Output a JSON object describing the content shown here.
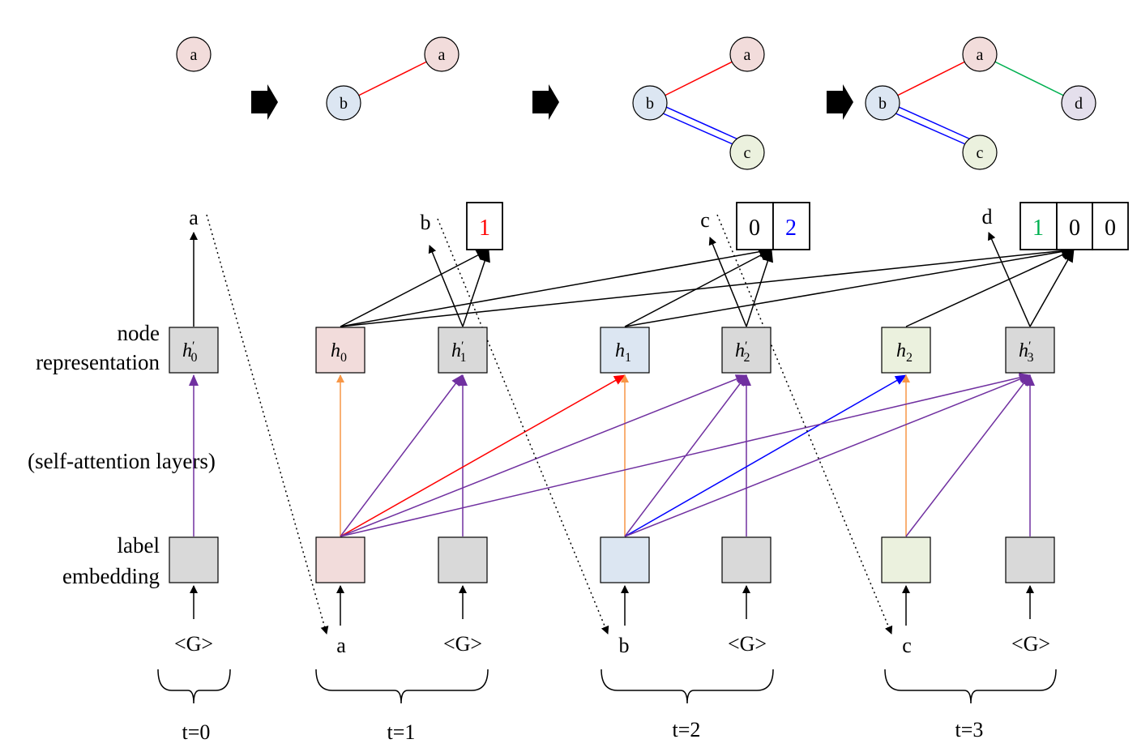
{
  "colors": {
    "node_a": "#f2dcdb",
    "node_b": "#dce6f2",
    "node_c": "#ebf1de",
    "node_d": "#e4dfec",
    "gray": "#d9d9d9",
    "edge_red": "#ff0000",
    "edge_blue": "#0000ff",
    "edge_green": "#00b050",
    "arrow_orange": "#f79646",
    "arrow_purple": "#7030a0"
  },
  "graphs": [
    {
      "nodes": [
        "a"
      ]
    },
    {
      "nodes": [
        "a",
        "b"
      ]
    },
    {
      "nodes": [
        "a",
        "b",
        "c"
      ]
    },
    {
      "nodes": [
        "a",
        "b",
        "d",
        "c"
      ]
    }
  ],
  "row_labels": {
    "node_line1": "node",
    "node_line2": "representation",
    "attention": "(self-attention layers)",
    "label_line1": "label",
    "label_line2": "embedding"
  },
  "reps": {
    "h": "h",
    "prime": "′",
    "s0": "0",
    "s1": "1",
    "s2": "2",
    "s3": "3"
  },
  "outputs": [
    "a",
    "b",
    "c",
    "d"
  ],
  "inputs": [
    "<G>",
    "a",
    "<G>",
    "b",
    "<G>",
    "c",
    "<G>"
  ],
  "edge_vectors": [
    [
      "1"
    ],
    [
      "0",
      "2"
    ],
    [
      "1",
      "0",
      "0"
    ]
  ],
  "timesteps": [
    "t=0",
    "t=1",
    "t=2",
    "t=3"
  ]
}
